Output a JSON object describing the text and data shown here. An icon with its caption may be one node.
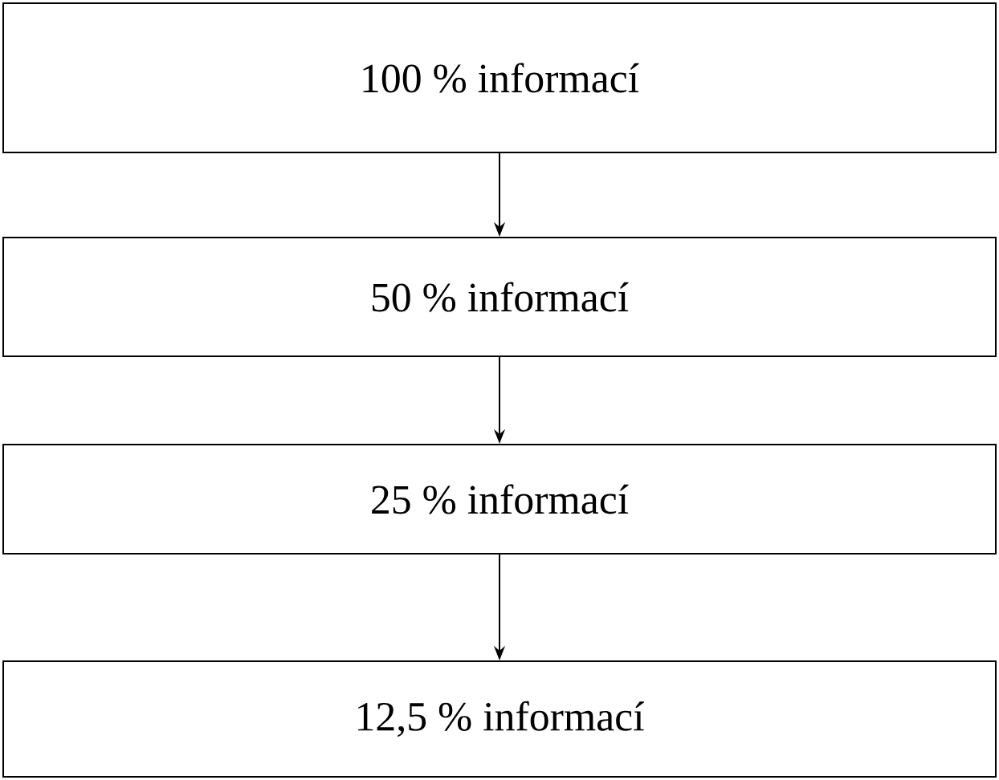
{
  "diagram": {
    "nodes": [
      {
        "text": [
          "100 % informací"
        ]
      },
      {
        "text": [
          "50 % informací"
        ]
      },
      {
        "text": [
          "25 % informací"
        ]
      },
      {
        "text": [
          "12,5 % informací"
        ]
      }
    ],
    "edges": [
      {
        "from": 0,
        "to": 1,
        "arrow": "to"
      },
      {
        "from": 1,
        "to": 2,
        "arrow": "to"
      },
      {
        "from": 2,
        "to": 3,
        "arrow": "to"
      }
    ]
  }
}
